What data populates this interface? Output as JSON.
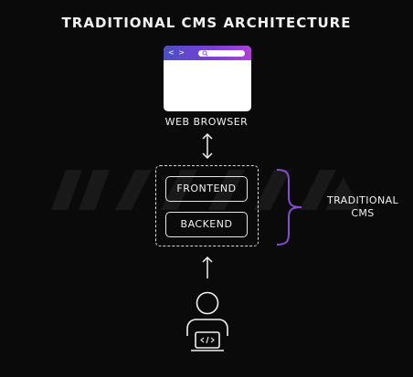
{
  "diagram": {
    "title": "TRADITIONAL CMS ARCHITECTURE",
    "browser": {
      "nav_glyph": "< >",
      "label": "WEB BROWSER"
    },
    "cms_group": {
      "frontend_label": "FRONTEND",
      "backend_label": "BACKEND",
      "group_label_line1": "TRADITIONAL",
      "group_label_line2": "CMS"
    },
    "connections": [
      {
        "from": "web-browser",
        "to": "cms-group",
        "direction": "both"
      },
      {
        "from": "user",
        "to": "cms-group",
        "direction": "up"
      }
    ],
    "colors": {
      "background": "#0b0a0a",
      "brace": "#8a4bd6",
      "browser_bar_start": "#4a4fc9",
      "browser_bar_end": "#b23fd6",
      "foreground": "#f2f2f2"
    },
    "icons": {
      "user": "user-with-laptop-icon",
      "browser": "browser-window-icon",
      "code": "code-brackets-icon"
    }
  }
}
